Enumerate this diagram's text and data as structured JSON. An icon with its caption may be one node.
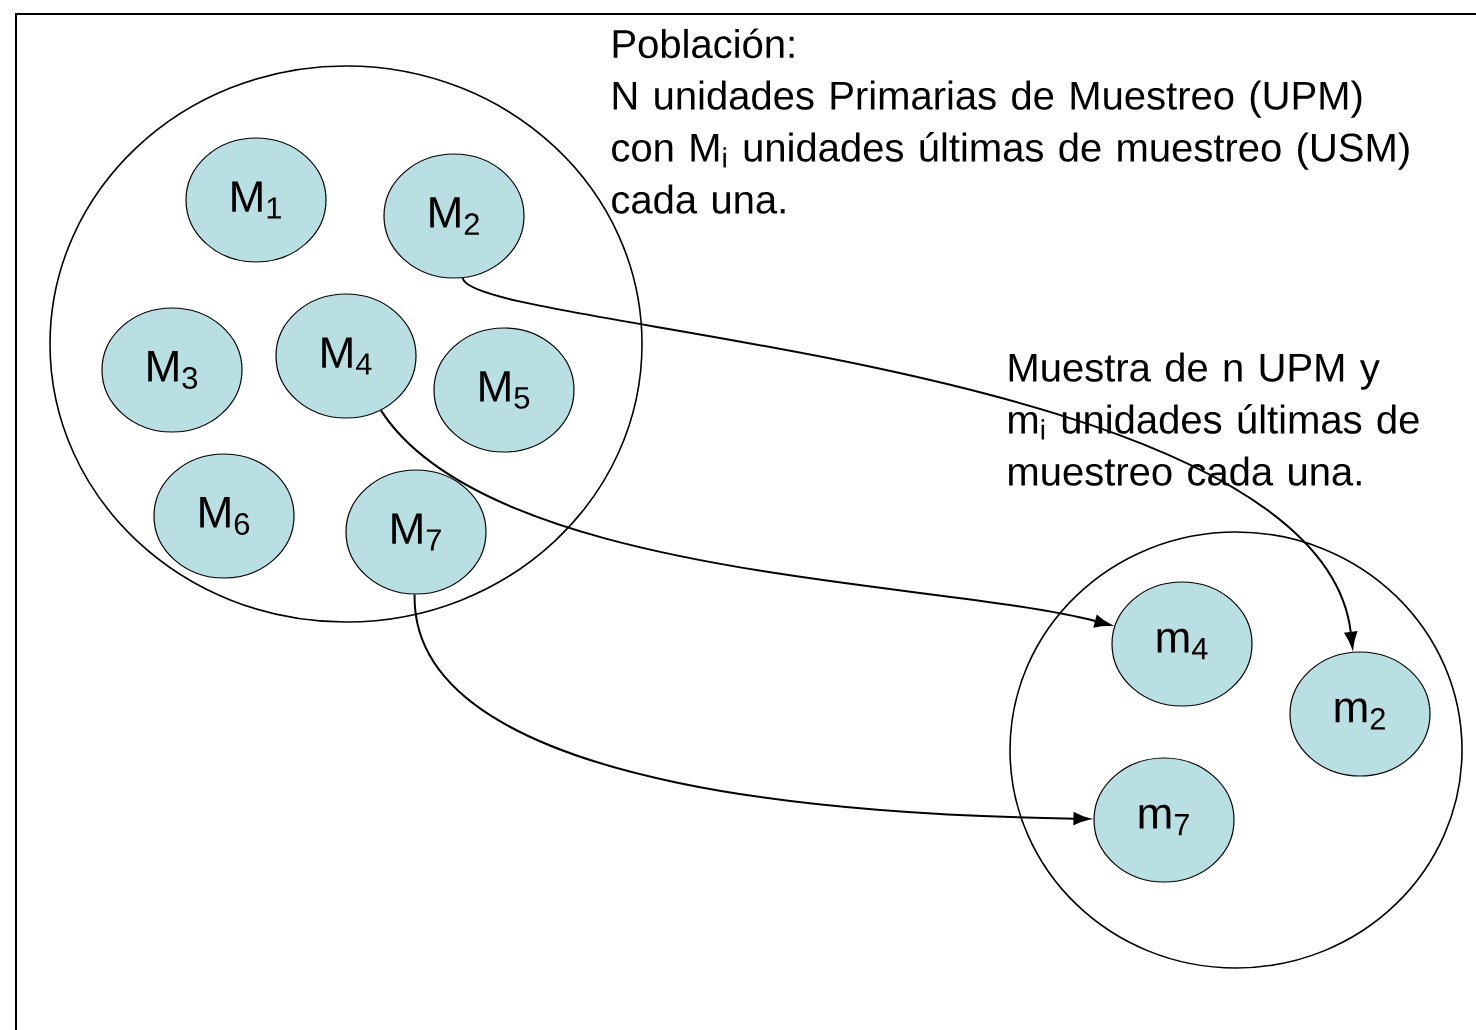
{
  "diagram": {
    "nodes": [
      {
        "text": [],
        "shape": "circle",
        "beside": [
          "Población:",
          "N unidades Primarias de Muestreo (UPM) con M$_{i}$ unidades últimas de muestreo (USM) cada una."
        ]
      },
      {
        "text": [
          "M$_{1}$"
        ],
        "in": 0
      },
      {
        "text": [
          "M$_{2}$"
        ],
        "in": 0
      },
      {
        "text": [
          "M$_{3}$"
        ],
        "in": 0
      },
      {
        "text": [
          "M$_{4}$"
        ],
        "in": 0
      },
      {
        "text": [
          "M$_{5}$"
        ],
        "in": 0
      },
      {
        "text": [
          "M$_{6}$"
        ],
        "in": 0
      },
      {
        "text": [
          "M$_{7}$"
        ],
        "in": 0
      },
      {
        "text": [],
        "shape": "circle",
        "beside": [
          "Muestra de n UPM y m$_{i}$ unidades últimas de muestreo cada una."
        ]
      },
      {
        "text": [
          "m$_{4}$"
        ],
        "in": 8
      },
      {
        "text": [
          "m$_{2}$"
        ],
        "in": 8
      },
      {
        "text": [
          "m$_{7}$"
        ],
        "in": 8
      }
    ],
    "edges": [
      {
        "from": 2,
        "to": 10,
        "arrow": "to"
      },
      {
        "from": 4,
        "to": 9,
        "arrow": "to"
      },
      {
        "from": 7,
        "to": 11,
        "arrow": "to"
      }
    ]
  }
}
